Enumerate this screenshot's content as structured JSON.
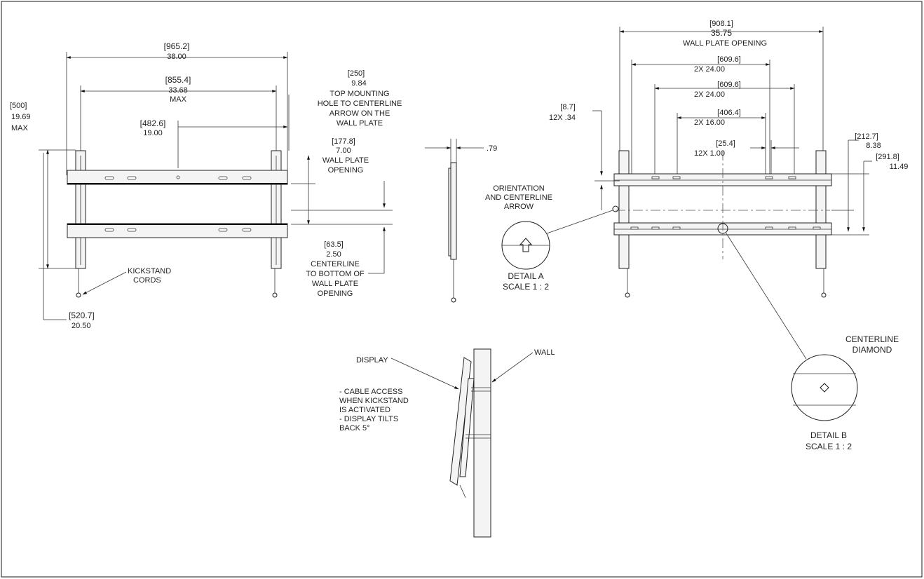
{
  "front_view": {
    "overall_width": [
      "[965.2]",
      "38.00"
    ],
    "max_width": [
      "[855.4]",
      "33.68",
      "MAX"
    ],
    "half_width": [
      "[482.6]",
      "19.00"
    ],
    "height_max": [
      "[500]",
      "19.69",
      "MAX"
    ],
    "top_hole": [
      "[250]",
      "9.84",
      "TOP MOUNTING",
      "HOLE TO CENTERLINE",
      "ARROW ON THE",
      "WALL PLATE"
    ],
    "opening": [
      "[177.8]",
      "7.00",
      "WALL PLATE",
      "OPENING"
    ],
    "centerline_bottom": [
      "[63.5]",
      "2.50",
      "CENTERLINE",
      "TO BOTTOM OF",
      "WALL PLATE",
      "OPENING"
    ],
    "kickstand": [
      "KICKSTAND",
      "CORDS"
    ],
    "total_height": [
      "[520.7]",
      "20.50"
    ]
  },
  "side_view": {
    "depth": ".79"
  },
  "detail_a": {
    "callout": [
      "ORIENTATION",
      "AND CENTERLINE",
      "ARROW"
    ],
    "title": [
      "DETAIL A",
      "SCALE 1 : 2"
    ]
  },
  "rear_view": {
    "wall_plate_opening": [
      "[908.1]",
      "35.75",
      "WALL PLATE OPENING"
    ],
    "dim1": [
      "[609.6]",
      "2X  24.00"
    ],
    "dim2": [
      "[609.6]",
      "2X  24.00"
    ],
    "dim3": [
      "[406.4]",
      "2X  16.00"
    ],
    "dim4": [
      "[25.4]",
      "12X  1.00"
    ],
    "hole": [
      "[8.7]",
      "12X  .34"
    ],
    "right1": [
      "[212.7]",
      "8.38"
    ],
    "right2": [
      "[291.8]",
      "11.49"
    ]
  },
  "detail_b": {
    "callout": [
      "CENTERLINE",
      "DIAMOND"
    ],
    "title": [
      "DETAIL B",
      "SCALE 1 : 2"
    ]
  },
  "tilt_view": {
    "display_label": "DISPLAY",
    "wall_label": "WALL",
    "notes": [
      "- CABLE ACCESS",
      "WHEN KICKSTAND",
      "IS ACTIVATED",
      "- DISPLAY TILTS",
      "BACK 5°"
    ]
  }
}
